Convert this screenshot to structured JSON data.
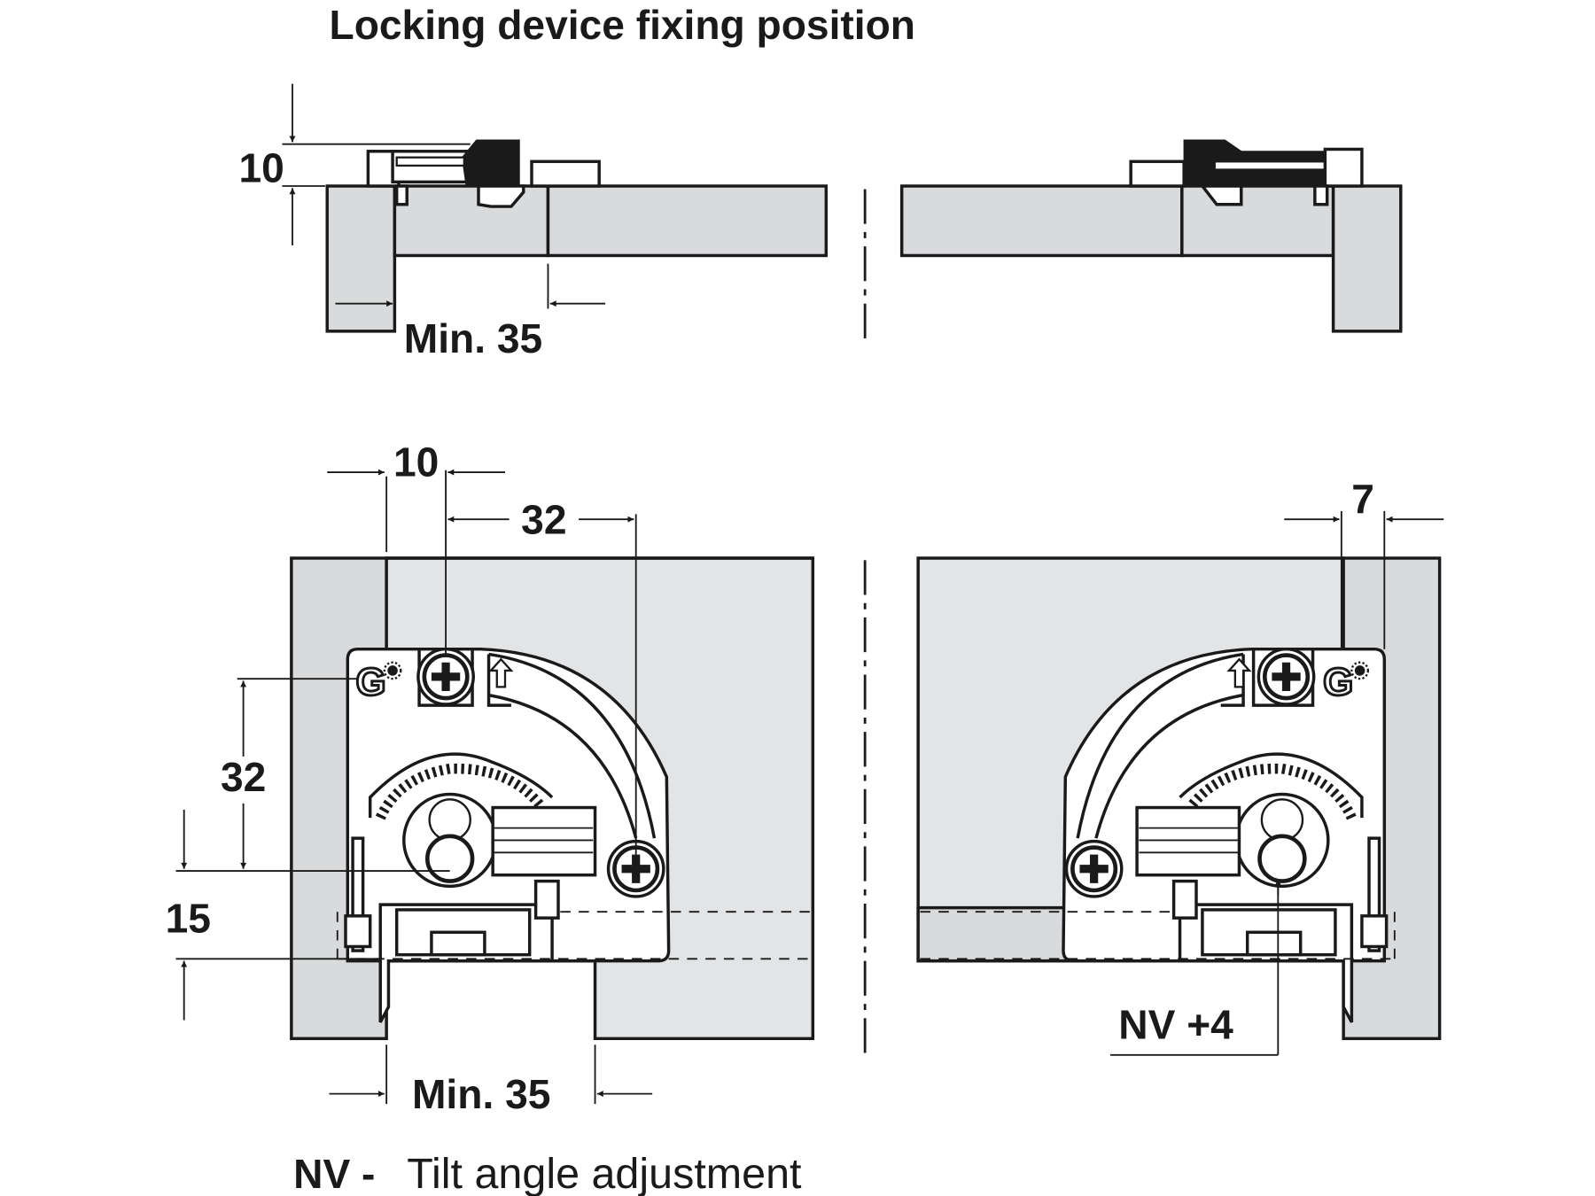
{
  "title": "Locking device fixing position",
  "top_view": {
    "dim_height": "10",
    "dim_min": "Min. 35"
  },
  "front_left": {
    "dim_edge": "10",
    "dim_screw_horizontal": "32",
    "dim_screw_vertical": "32",
    "dim_bottom": "15",
    "dim_min": "Min. 35"
  },
  "front_right": {
    "dim_edge": "7",
    "dim_nv": "NV +4"
  },
  "legend": {
    "abbr": "NV -",
    "description": "Tilt angle adjustment"
  },
  "colors": {
    "board_fill": "#d9dadc",
    "board_light_fill": "#e3e4e6",
    "ink": "#1a1a1a",
    "background": "#ffffff"
  }
}
